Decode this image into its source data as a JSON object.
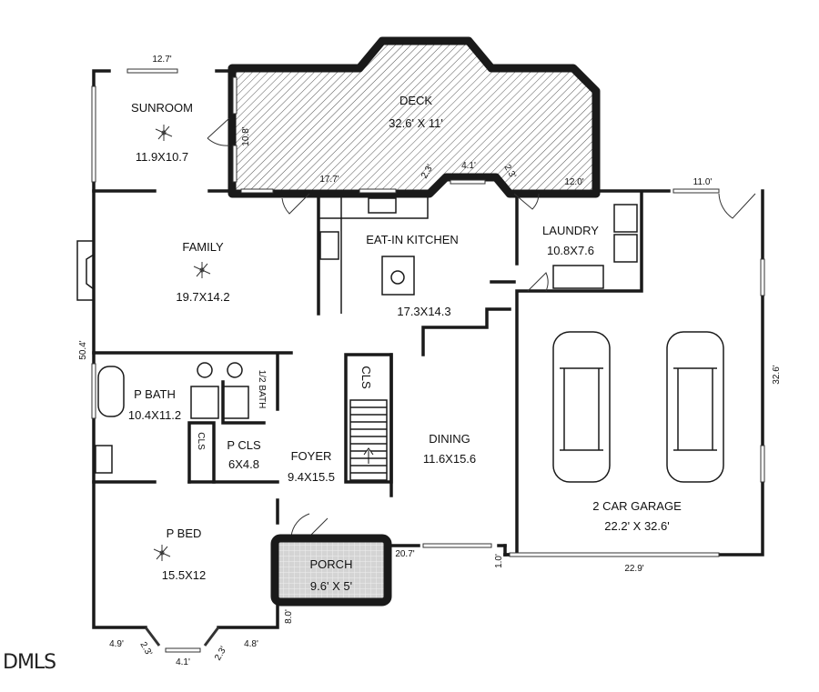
{
  "rooms": {
    "sunroom": {
      "name": "SUNROOM",
      "size": "11.9X10.7"
    },
    "deck": {
      "name": "DECK",
      "size": "32.6' X 11'"
    },
    "family": {
      "name": "FAMILY",
      "size": "19.7X14.2"
    },
    "kitchen": {
      "name": "EAT-IN KITCHEN",
      "size": "17.3X14.3"
    },
    "laundry": {
      "name": "LAUNDRY",
      "size": "10.8X7.6"
    },
    "pbath": {
      "name": "P BATH",
      "size": "10.4X11.2"
    },
    "halfbath": {
      "name": "1/2 BATH"
    },
    "cls": {
      "name": "CLS"
    },
    "stair_cls": {
      "name": "CLS"
    },
    "pcls": {
      "name": "P CLS",
      "size": "6X4.8"
    },
    "foyer": {
      "name": "FOYER",
      "size": "9.4X15.5"
    },
    "dining": {
      "name": "DINING",
      "size": "11.6X15.6"
    },
    "garage": {
      "name": "2 CAR GARAGE",
      "size": "22.2' X 32.6'"
    },
    "pbed": {
      "name": "P BED",
      "size": "15.5X12"
    },
    "porch": {
      "name": "PORCH",
      "size": "9.6' X 5'"
    }
  },
  "dimensions": {
    "sunroom_top": "12.7'",
    "deck_side": "10.8'",
    "deck_bottom_left": "17.7'",
    "deck_angle_left": "2.3'",
    "deck_notch": "4.1'",
    "deck_angle_right": "2.3'",
    "deck_right": "12.0'",
    "garage_top": "11.0'",
    "garage_side": "32.6'",
    "left_side": "50.4'",
    "front_right": "20.7'",
    "garage_step": "1.0'",
    "garage_bottom": "22.9'",
    "porch_side": "8.0'",
    "bay_left": "4.9'",
    "bay_angle_left": "2.3'",
    "bay_center": "4.1'",
    "bay_angle_right": "2.3'",
    "bay_right": "4.8'"
  },
  "watermark": "DMLS",
  "colors": {
    "wall": "#1a1a1a",
    "porch_fill": "#cfcfcf",
    "deck_hatch": "#555555"
  }
}
